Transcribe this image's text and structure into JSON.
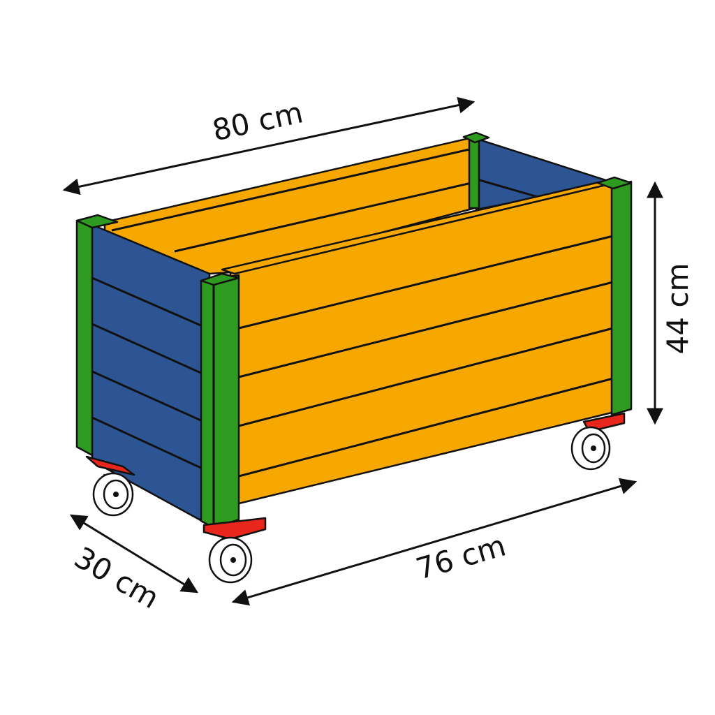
{
  "diagram": {
    "dimensions": {
      "top_length": "80 cm",
      "height": "44 cm",
      "depth": "30 cm",
      "bottom_length": "76 cm"
    },
    "colors": {
      "front_panel": "#F7A800",
      "side_panel": "#2D5594",
      "corner_posts": "#2E9A1F",
      "caster_plates": "#E8261C",
      "wheels": "#FFFFFF",
      "outline": "#111111"
    }
  }
}
